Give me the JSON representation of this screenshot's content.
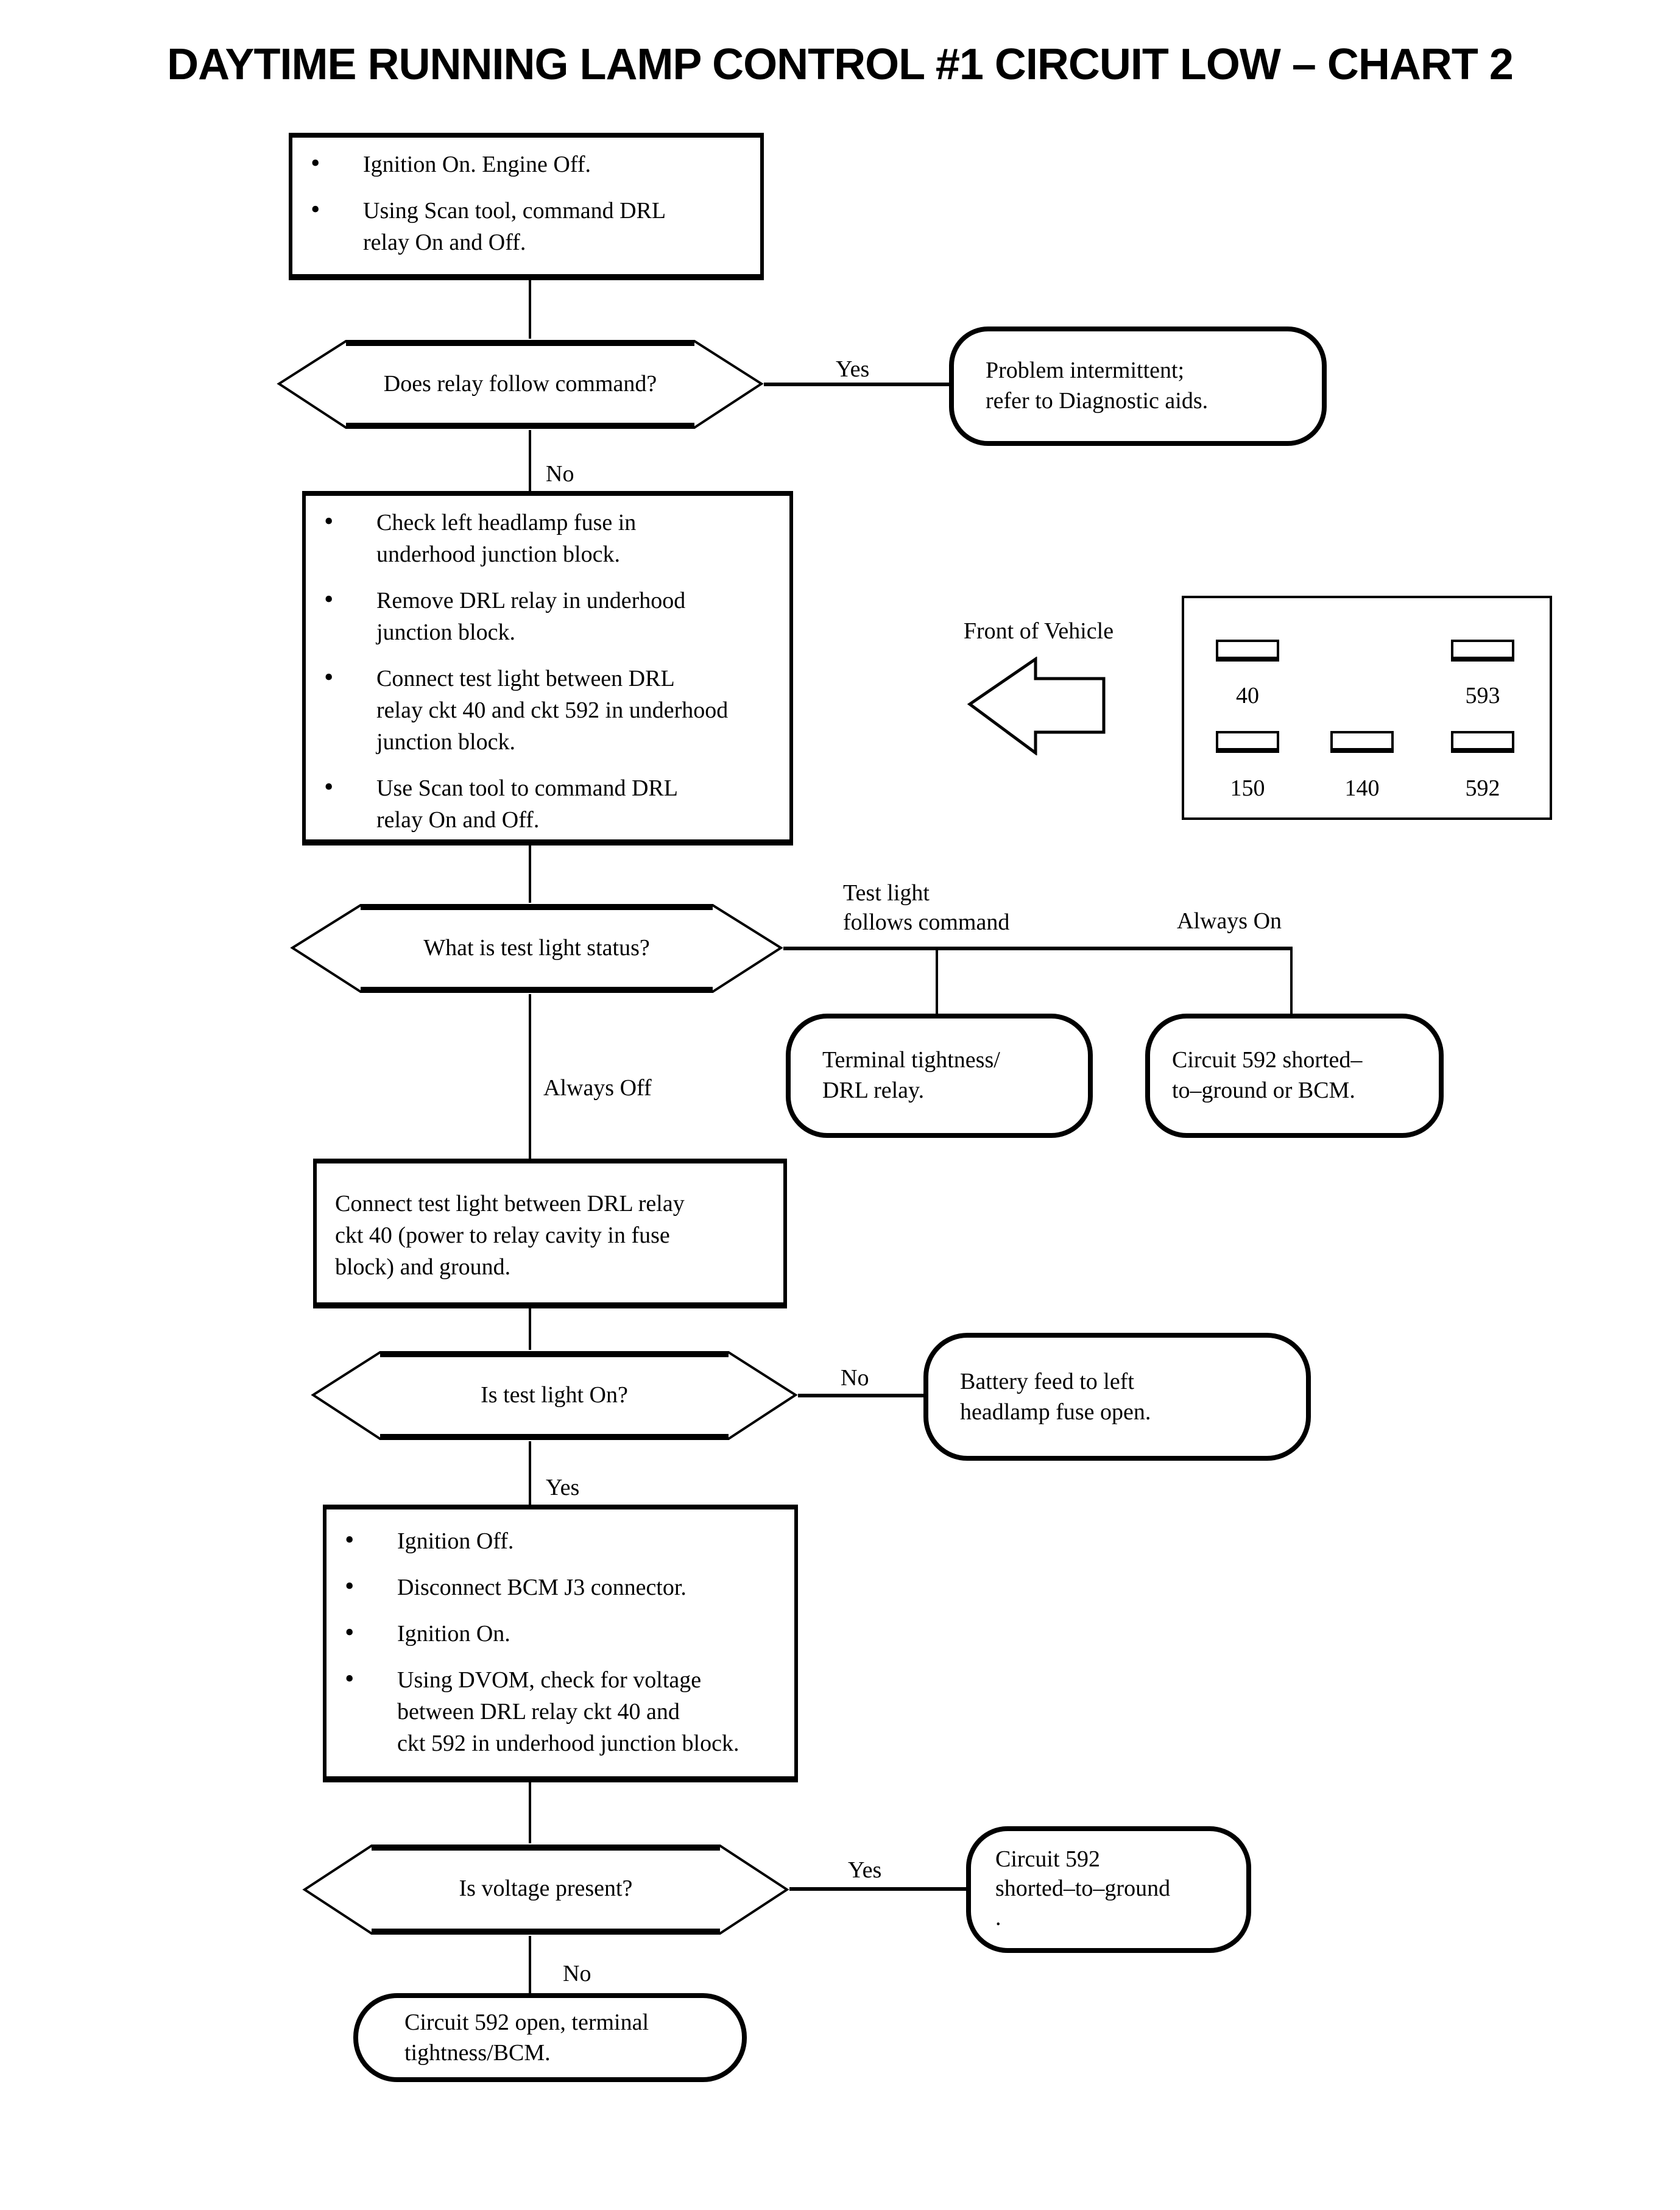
{
  "title": "DAYTIME RUNNING LAMP CONTROL #1 CIRCUIT LOW – CHART 2",
  "labels": {
    "yes": "Yes",
    "no": "No",
    "always_off": "Always Off",
    "always_on": "Always On",
    "test_light_follows": "Test light\nfollows command",
    "front_of_vehicle": "Front of Vehicle"
  },
  "boxes": {
    "step1": {
      "bullets": [
        "Ignition On. Engine Off.",
        "Using Scan tool, command DRL\nrelay On and Off."
      ]
    },
    "step2": {
      "bullets": [
        "Check left headlamp fuse in\nunderhood junction block.",
        "Remove DRL relay in underhood\njunction block.",
        "Connect test light between DRL\nrelay ckt 40 and ckt 592 in underhood\njunction block.",
        "Use Scan tool to command DRL\nrelay On and Off."
      ]
    },
    "step3": {
      "text": "Connect test light between DRL relay\nckt 40 (power to relay cavity in fuse\nblock) and ground."
    },
    "step4": {
      "bullets": [
        "Ignition Off.",
        "Disconnect BCM J3 connector.",
        "Ignition On.",
        "Using DVOM, check for voltage\nbetween DRL relay ckt 40 and\nckt 592 in underhood junction block."
      ]
    }
  },
  "decisions": {
    "relay_follow": "Does relay follow command?",
    "test_light_status": "What is test light status?",
    "test_light_on": "Is test light On?",
    "voltage_present": "Is voltage present?"
  },
  "terminals": {
    "intermittent": "Problem intermittent;\nrefer to Diagnostic aids.",
    "terminal_tightness": "Terminal tightness/\nDRL relay.",
    "ckt592_short_or_bcm": "Circuit 592 shorted–\nto–ground or BCM.",
    "battery_feed_open": "Battery feed to left\nheadlamp fuse open.",
    "ckt592_shorted_to_ground": "Circuit 592\nshorted–to–ground\n.",
    "ckt592_open": "Circuit 592 open, terminal\ntightness/BCM."
  },
  "relay_diagram": {
    "top_labels": [
      "40",
      "593"
    ],
    "bottom_labels": [
      "150",
      "140",
      "592"
    ]
  }
}
